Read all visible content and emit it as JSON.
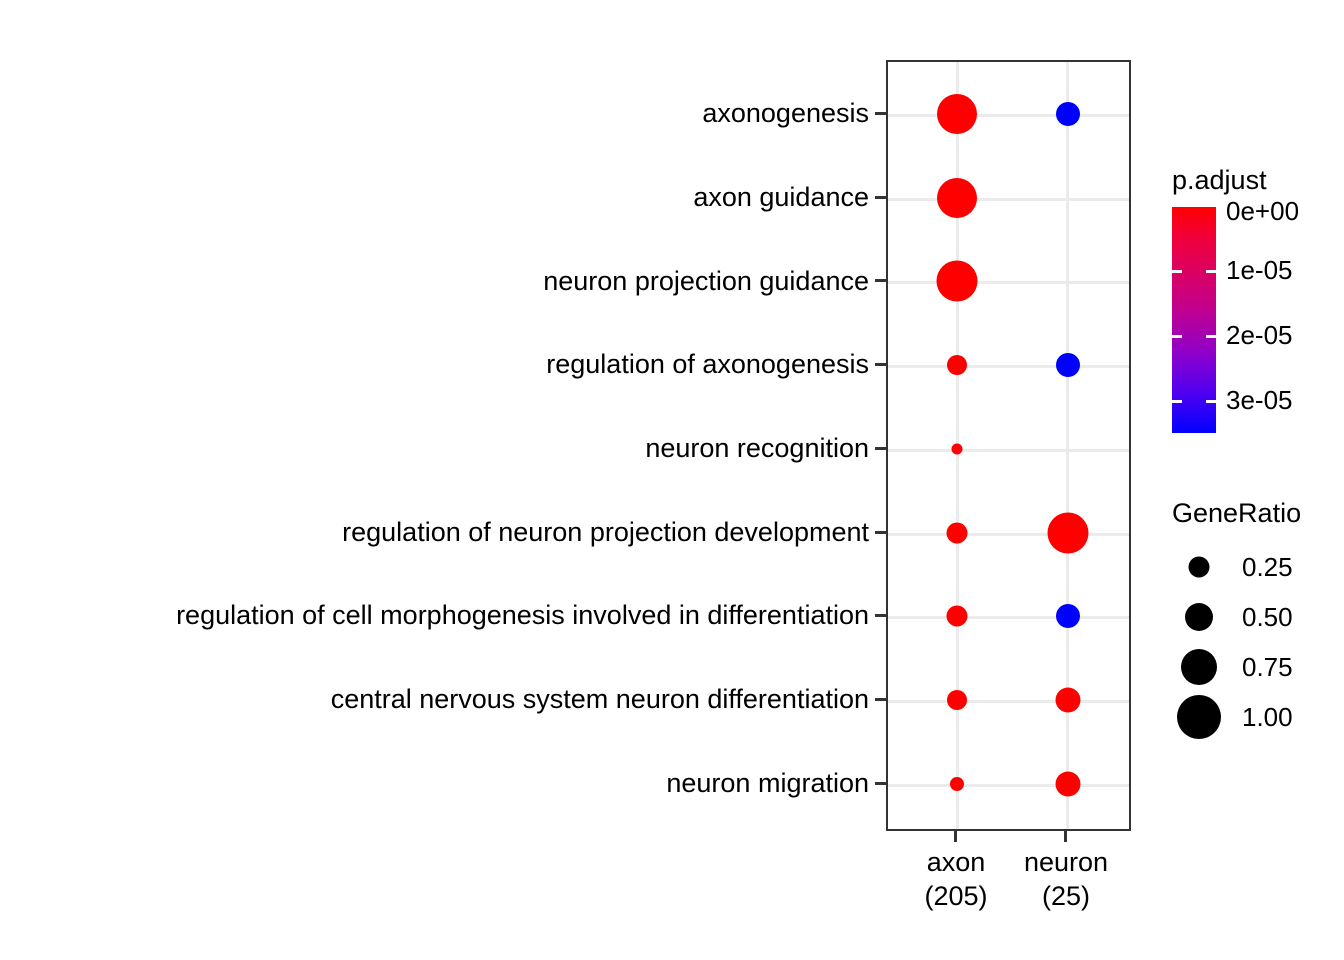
{
  "chart_data": {
    "type": "scatter",
    "title": "",
    "xlabel": "",
    "ylabel": "",
    "grid": true,
    "legend_position": "right",
    "categories": [
      "axon\n(205)",
      "neuron\n(25)"
    ],
    "x_tick_labels": [
      {
        "name": "axon",
        "count": "(205)"
      },
      {
        "name": "neuron",
        "count": "(25)"
      }
    ],
    "y_tick_labels": [
      "axonogenesis",
      "axon guidance",
      "neuron projection guidance",
      "regulation of axonogenesis",
      "neuron recognition",
      "regulation of neuron projection development",
      "regulation of cell morphogenesis involved in differentiation",
      "central nervous system neuron differentiation",
      "neuron migration"
    ],
    "points": [
      {
        "term": "axonogenesis",
        "cluster": "axon",
        "gene_ratio": 1.0,
        "p_adjust": 0.0,
        "color": "#ff0000",
        "diameter": 40
      },
      {
        "term": "axonogenesis",
        "cluster": "neuron",
        "gene_ratio": 0.4,
        "p_adjust": 3.5e-05,
        "color": "#0000ff",
        "diameter": 24
      },
      {
        "term": "axon guidance",
        "cluster": "axon",
        "gene_ratio": 1.0,
        "p_adjust": 0.0,
        "color": "#ff0000",
        "diameter": 40
      },
      {
        "term": "neuron projection guidance",
        "cluster": "axon",
        "gene_ratio": 1.0,
        "p_adjust": 0.0,
        "color": "#ff0000",
        "diameter": 40
      },
      {
        "term": "regulation of axonogenesis",
        "cluster": "axon",
        "gene_ratio": 0.32,
        "p_adjust": 0.0,
        "color": "#ff0000",
        "diameter": 20
      },
      {
        "term": "regulation of axonogenesis",
        "cluster": "neuron",
        "gene_ratio": 0.4,
        "p_adjust": 3.5e-05,
        "color": "#0000ff",
        "diameter": 24
      },
      {
        "term": "neuron recognition",
        "cluster": "axon",
        "gene_ratio": 0.12,
        "p_adjust": 0.0,
        "color": "#ff0000",
        "diameter": 11
      },
      {
        "term": "regulation of neuron projection development",
        "cluster": "axon",
        "gene_ratio": 0.32,
        "p_adjust": 0.0,
        "color": "#ff0000",
        "diameter": 21
      },
      {
        "term": "regulation of neuron projection development",
        "cluster": "neuron",
        "gene_ratio": 1.0,
        "p_adjust": 0.0,
        "color": "#ff0000",
        "diameter": 41
      },
      {
        "term": "regulation of cell morphogenesis involved in differentiation",
        "cluster": "axon",
        "gene_ratio": 0.32,
        "p_adjust": 0.0,
        "color": "#ff0000",
        "diameter": 21
      },
      {
        "term": "regulation of cell morphogenesis involved in differentiation",
        "cluster": "neuron",
        "gene_ratio": 0.4,
        "p_adjust": 3.5e-05,
        "color": "#0000ff",
        "diameter": 24
      },
      {
        "term": "central nervous system neuron differentiation",
        "cluster": "axon",
        "gene_ratio": 0.3,
        "p_adjust": 0.0,
        "color": "#ff0000",
        "diameter": 20
      },
      {
        "term": "central nervous system neuron differentiation",
        "cluster": "neuron",
        "gene_ratio": 0.42,
        "p_adjust": 0.0,
        "color": "#ff0000",
        "diameter": 25
      },
      {
        "term": "neuron migration",
        "cluster": "axon",
        "gene_ratio": 0.18,
        "p_adjust": 0.0,
        "color": "#ff0000",
        "diameter": 14
      },
      {
        "term": "neuron migration",
        "cluster": "neuron",
        "gene_ratio": 0.42,
        "p_adjust": 0.0,
        "color": "#ff0000",
        "diameter": 25
      }
    ],
    "color_legend": {
      "title": "p.adjust",
      "ticks": [
        "0e+00",
        "1e-05",
        "2e-05",
        "3e-05"
      ],
      "tick_values": [
        0.0,
        1e-05,
        2e-05,
        3e-05
      ],
      "range": [
        0.0,
        3.5e-05
      ],
      "high_color": "#0000ff",
      "low_color": "#ff0000"
    },
    "size_legend": {
      "title": "GeneRatio",
      "ticks": [
        "0.25",
        "0.50",
        "0.75",
        "1.00"
      ],
      "tick_values": [
        0.25,
        0.5,
        0.75,
        1.0
      ],
      "key_diameters": [
        21,
        28,
        36,
        44
      ],
      "key_color": "#000000"
    }
  },
  "plot": {
    "panel_border_color": "#333333",
    "grid_color": "#ebebeb",
    "background": "#ffffff"
  }
}
